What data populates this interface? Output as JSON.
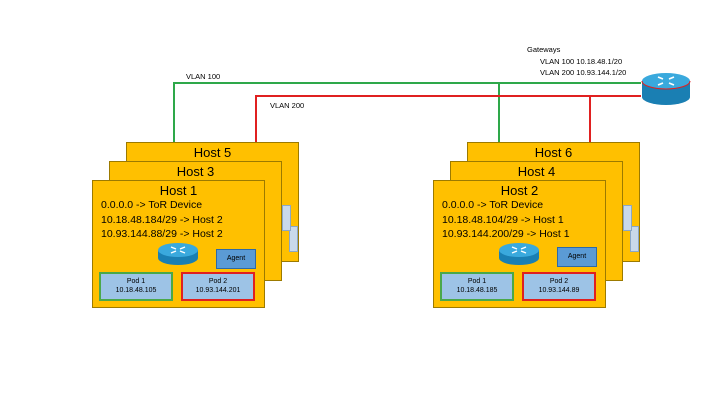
{
  "colors": {
    "host_fill": "#ffc000",
    "vlan100": "#2ea84a",
    "vlan200": "#e02020",
    "router": "#1f9ed8",
    "pod_fill": "#9dc3e6",
    "agent_fill": "#5b9bd5"
  },
  "vlan_labels": {
    "vlan100": "VLAN 100",
    "vlan200": "VLAN 200"
  },
  "gateways": {
    "title": "Gateways",
    "line1": "VLAN 100 10.18.48.1/20",
    "line2": "VLAN 200 10.93.144.1/20"
  },
  "left_stack": {
    "back_title": "Host 5",
    "middle_title": "Host 3",
    "front": {
      "title": "Host 1",
      "routes": [
        "0.0.0.0 -> ToR Device",
        "10.18.48.184/29 -> Host 2",
        "10.93.144.88/29 -> Host 2"
      ],
      "agent": "Agent",
      "pods": [
        {
          "name": "Pod 1",
          "ip": "10.18.48.105",
          "vlan": "green"
        },
        {
          "name": "Pod 2",
          "ip": "10.93.144.201",
          "vlan": "red"
        }
      ]
    }
  },
  "right_stack": {
    "back_title": "Host 6",
    "middle_title": "Host 4",
    "front": {
      "title": "Host 2",
      "routes": [
        "0.0.0.0 -> ToR Device",
        "10.18.48.104/29 -> Host 1",
        "10.93.144.200/29 -> Host 1"
      ],
      "agent": "Agent",
      "pods": [
        {
          "name": "Pod 1",
          "ip": "10.18.48.185",
          "vlan": "green"
        },
        {
          "name": "Pod 2",
          "ip": "10.93.144.89",
          "vlan": "red"
        }
      ]
    }
  }
}
